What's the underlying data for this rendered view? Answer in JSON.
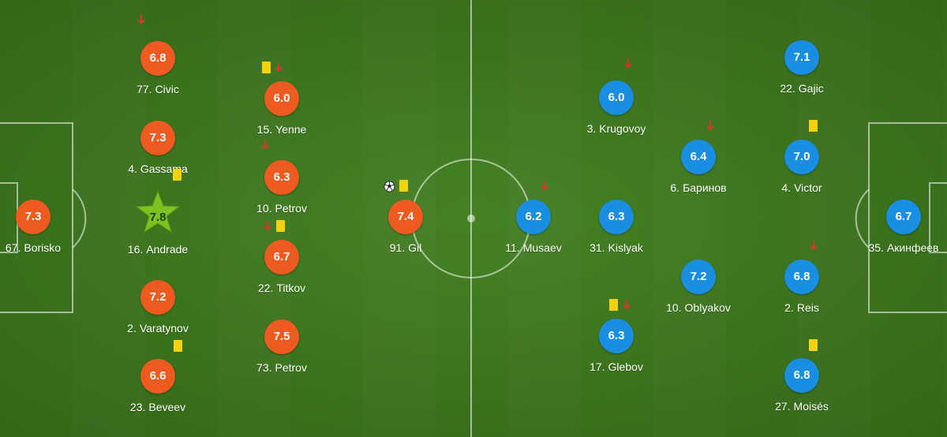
{
  "colors": {
    "home": "#ee5b20",
    "away": "#1a8ee0",
    "star": "#7cc221",
    "card": "#f5d210",
    "sub_arrow": "#e8312a",
    "pitch": "#3f7e1d"
  },
  "icons": {
    "yellow_card": "yellow-card-icon",
    "sub_off": "sub-off-arrow-icon",
    "goal": "soccer-ball-icon",
    "man_of_match": "star-icon"
  },
  "home_team": {
    "players": [
      {
        "number": "67.",
        "name": "Borisko",
        "rating": "7.3"
      },
      {
        "number": "77.",
        "name": "Civic",
        "rating": "6.8",
        "subbed_off": true
      },
      {
        "number": "4.",
        "name": "Gassama",
        "rating": "7.3"
      },
      {
        "number": "16.",
        "name": "Andrade",
        "rating": "7.8",
        "yellow_card": true,
        "man_of_match": true
      },
      {
        "number": "2.",
        "name": "Varatynov",
        "rating": "7.2"
      },
      {
        "number": "23.",
        "name": "Beveev",
        "rating": "6.6",
        "yellow_card": true
      },
      {
        "number": "15.",
        "name": "Yenne",
        "rating": "6.0",
        "yellow_card": true,
        "subbed_off": true
      },
      {
        "number": "10.",
        "name": "Petrov",
        "rating": "6.3",
        "subbed_off": true
      },
      {
        "number": "22.",
        "name": "Titkov",
        "rating": "6.7",
        "yellow_card": true,
        "subbed_off": true
      },
      {
        "number": "73.",
        "name": "Petrov",
        "rating": "7.5"
      },
      {
        "number": "91.",
        "name": "Gil",
        "rating": "7.4",
        "yellow_card": true,
        "goal": true
      }
    ]
  },
  "away_team": {
    "players": [
      {
        "number": "11.",
        "name": "Musaev",
        "rating": "6.2",
        "subbed_off": true
      },
      {
        "number": "3.",
        "name": "Krugovoy",
        "rating": "6.0",
        "subbed_off": true
      },
      {
        "number": "31.",
        "name": "Kislyak",
        "rating": "6.3"
      },
      {
        "number": "17.",
        "name": "Glebov",
        "rating": "6.3",
        "yellow_card": true,
        "subbed_off": true
      },
      {
        "number": "6.",
        "name": "Баринов",
        "rating": "6.4",
        "subbed_off": true
      },
      {
        "number": "10.",
        "name": "Oblyakov",
        "rating": "7.2"
      },
      {
        "number": "22.",
        "name": "Gajic",
        "rating": "7.1"
      },
      {
        "number": "4.",
        "name": "Victor",
        "rating": "7.0",
        "yellow_card": true
      },
      {
        "number": "2.",
        "name": "Reis",
        "rating": "6.8",
        "subbed_off": true
      },
      {
        "number": "27.",
        "name": "Moisés",
        "rating": "6.8",
        "yellow_card": true
      },
      {
        "number": "35.",
        "name": "Акинфеев",
        "rating": "6.7"
      }
    ]
  }
}
